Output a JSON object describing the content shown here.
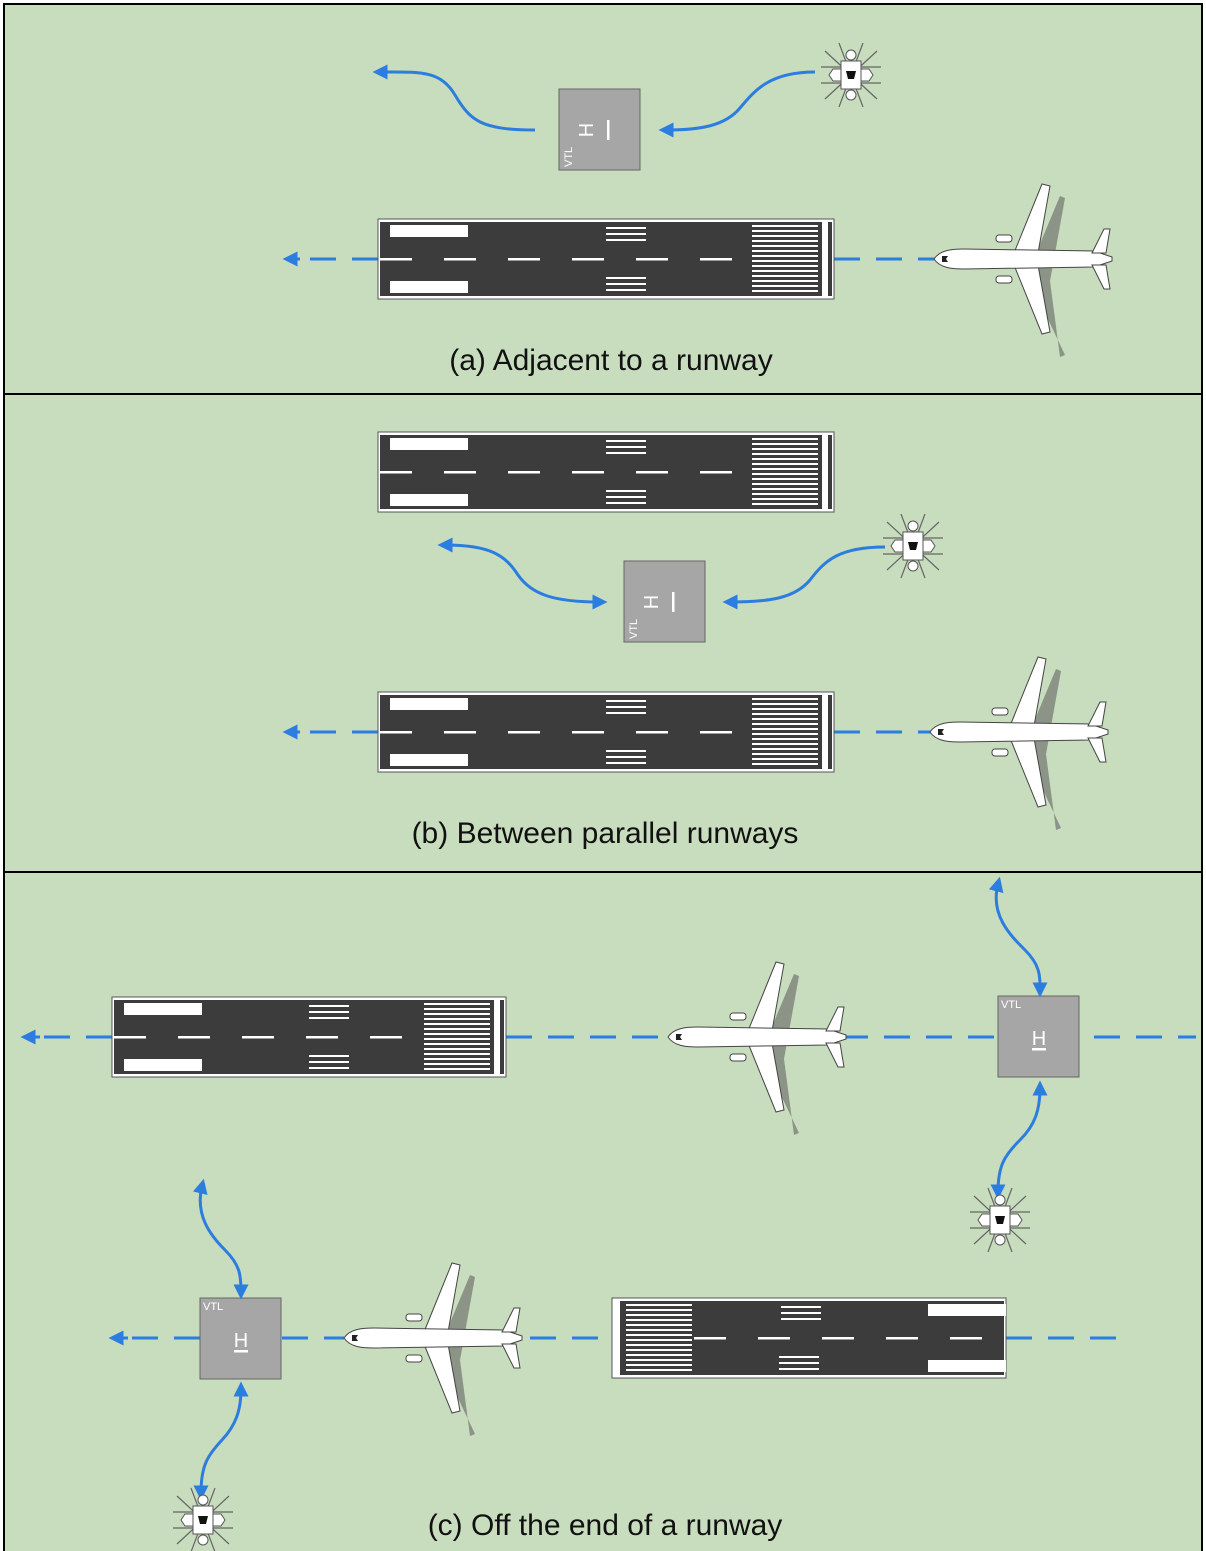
{
  "panels": [
    {
      "id": "a",
      "caption": "(a) Adjacent to a runway"
    },
    {
      "id": "b",
      "caption": "(b) Between parallel runways"
    },
    {
      "id": "c",
      "caption": "(c) Off the end of a runway"
    }
  ],
  "vertiport_pad": {
    "label": "VTL",
    "marking": "H"
  },
  "colors": {
    "grass": "#c8dcbe",
    "runway": "#3c3c3c",
    "runway_marking": "#ffffff",
    "pad": "#a6a6a6",
    "path": "#2b7de0",
    "border": "#000000"
  },
  "icons": {
    "airliner": "airliner-icon",
    "evtol": "evtol-icon",
    "vertipad": "vertipad-icon"
  }
}
